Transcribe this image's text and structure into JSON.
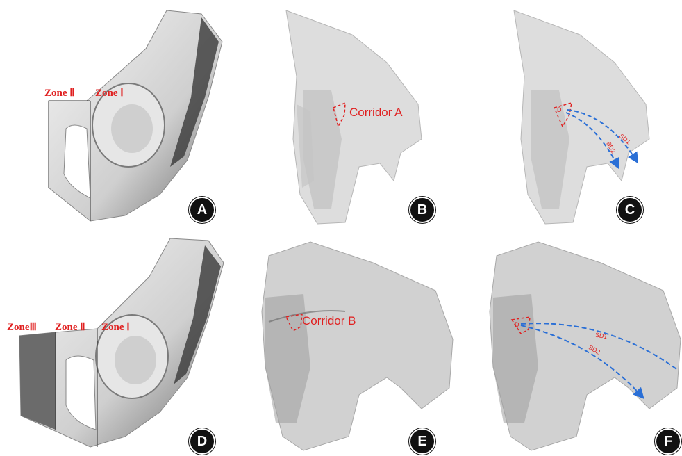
{
  "panels": {
    "a": {
      "badge": "A",
      "zones": [
        "Zone Ⅱ",
        "Zone Ⅰ"
      ]
    },
    "b": {
      "badge": "B",
      "corridor": "Corridor A"
    },
    "c": {
      "badge": "C",
      "entry": "D",
      "paths": [
        "SD1",
        "SD2"
      ]
    },
    "d": {
      "badge": "D",
      "zones": [
        "ZoneⅢ",
        "Zone Ⅱ",
        "Zone Ⅰ"
      ]
    },
    "e": {
      "badge": "E",
      "corridor": "Corridor B"
    },
    "f": {
      "badge": "F",
      "entry": "D",
      "paths": [
        "SD1",
        "SD2"
      ]
    }
  },
  "colors": {
    "annotation_red": "#e02020",
    "path_blue": "#2a6fd6",
    "bone_gray": "#9a9a9a"
  }
}
